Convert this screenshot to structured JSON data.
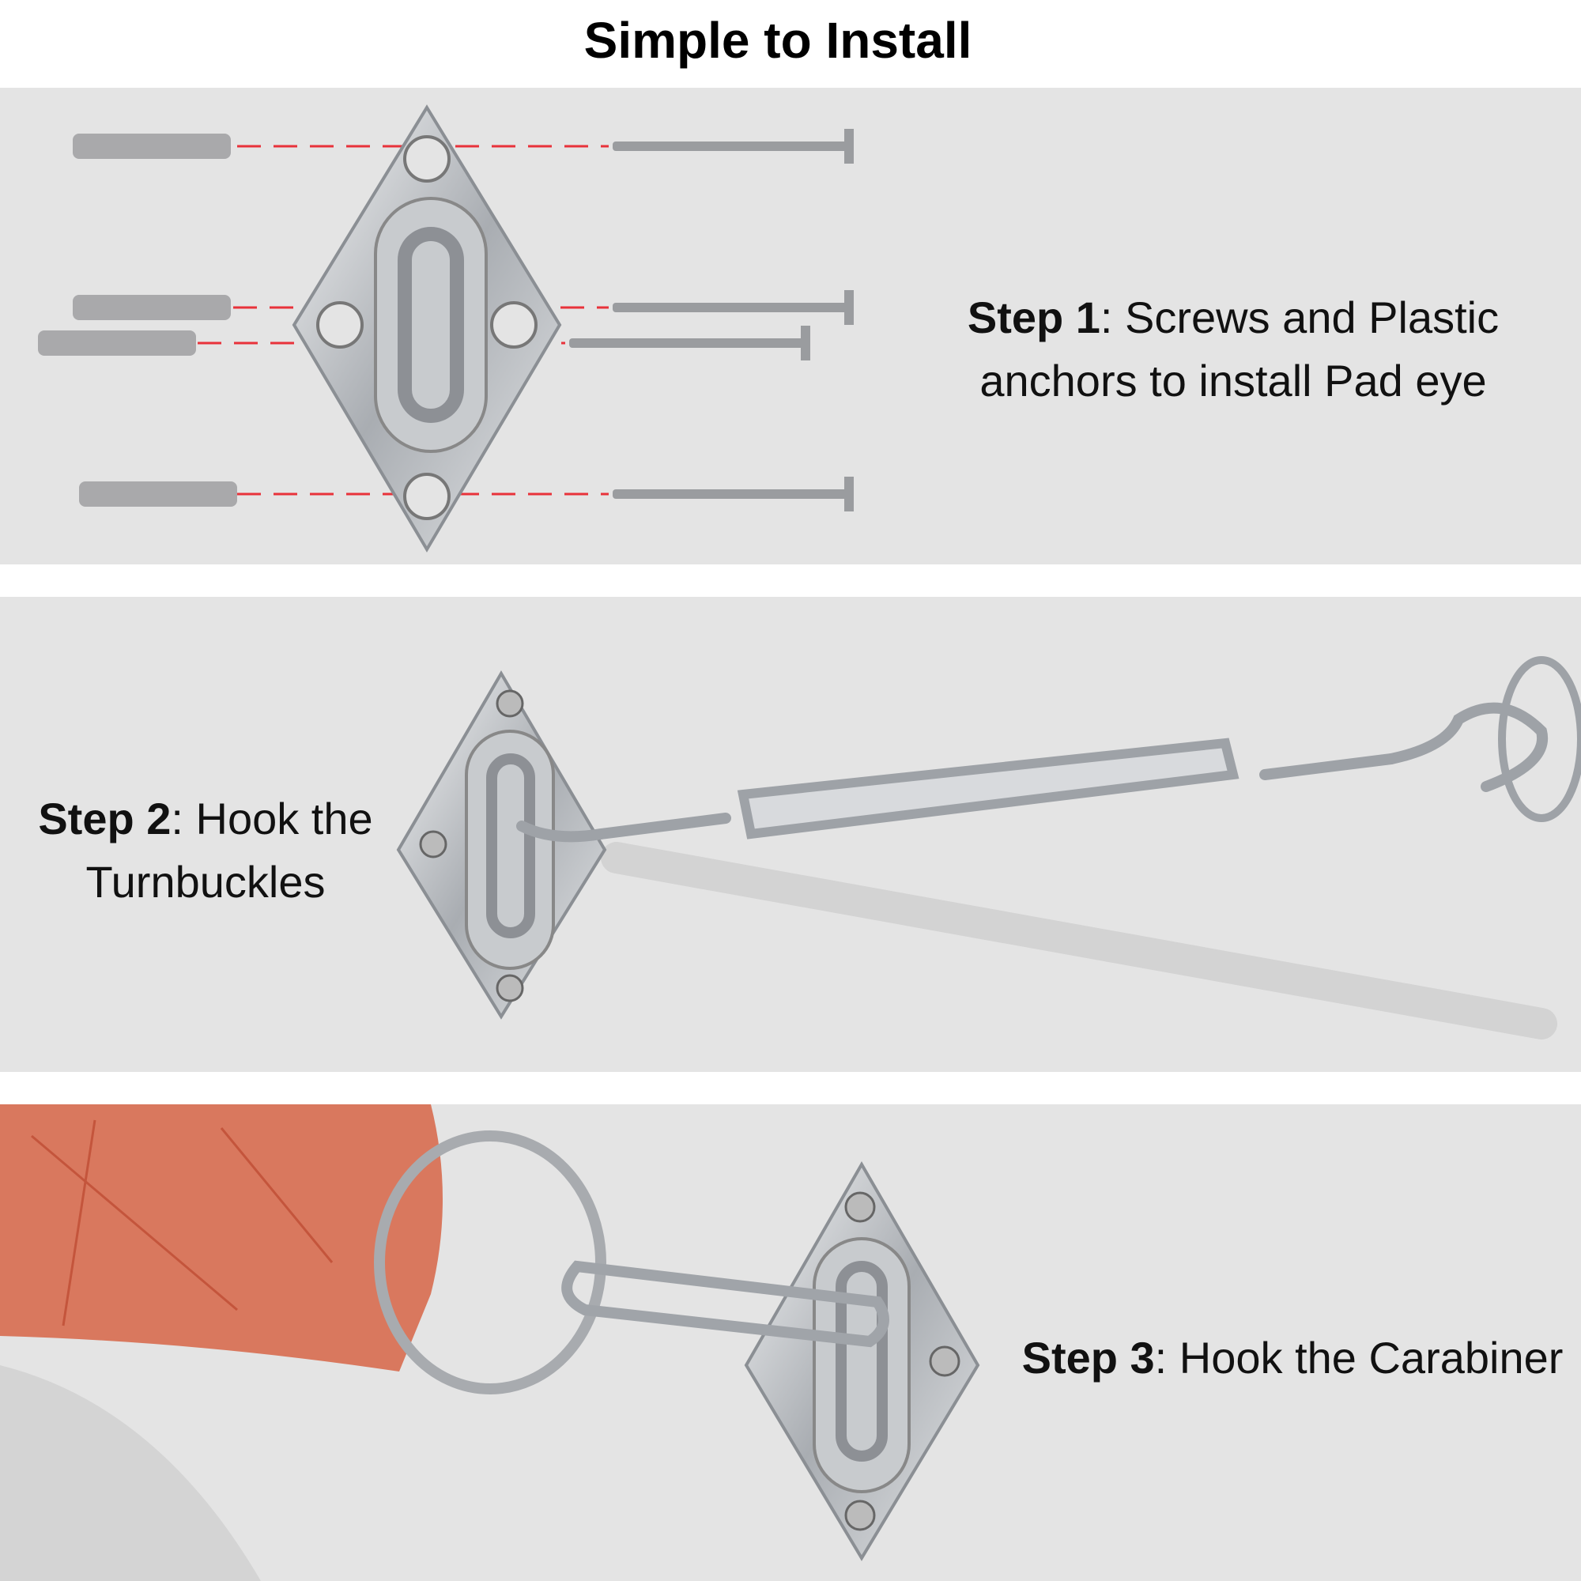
{
  "title": "Simple to Install",
  "steps": [
    {
      "label": "Step 1",
      "text_line1": ": Screws and Plastic",
      "text_line2": "anchors to install Pad eye"
    },
    {
      "label": "Step 2",
      "text_line1": ": Hook the",
      "text_line2": "Turnbuckles"
    },
    {
      "label": "Step 3",
      "text_line1": ": Hook the Carabiner"
    }
  ],
  "colors": {
    "panel": "#e4e4e4",
    "guide_line": "#e8323a",
    "fabric": "#d9785e",
    "steel": "#b9bcc0"
  }
}
